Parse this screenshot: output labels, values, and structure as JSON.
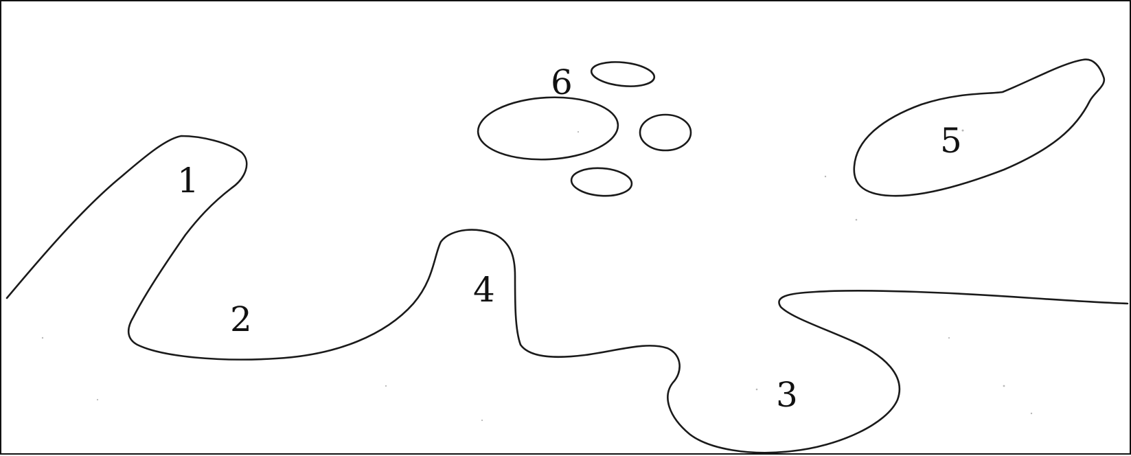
{
  "diagram": {
    "regions": [
      {
        "id": "region-1",
        "label": "1"
      },
      {
        "id": "region-2",
        "label": "2"
      },
      {
        "id": "region-3",
        "label": "3"
      },
      {
        "id": "region-4",
        "label": "4"
      },
      {
        "id": "region-5",
        "label": "5"
      },
      {
        "id": "region-6",
        "label": "6"
      }
    ],
    "colors": {
      "outline": "#1a1a1a",
      "label": "#111111",
      "background": "#ffffff"
    }
  }
}
